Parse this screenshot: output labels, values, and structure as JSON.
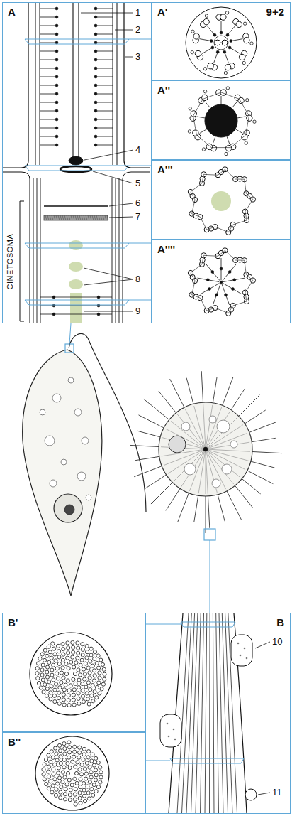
{
  "diagram": {
    "nodes": [
      {
        "text": [
          "A"
        ]
      },
      {
        "text": [
          "A'",
          "9+2"
        ]
      },
      {
        "text": [
          "A''"
        ]
      },
      {
        "text": [
          "A'''"
        ]
      },
      {
        "text": [
          "A''''"
        ]
      },
      {
        "text": [
          "B'"
        ]
      },
      {
        "text": [
          "B''"
        ]
      },
      {
        "text": [
          "B"
        ]
      }
    ],
    "labels": [
      "1",
      "2",
      "3",
      "4",
      "5",
      "6",
      "7",
      "8",
      "9",
      "CINETOSOMA",
      "10",
      "11"
    ]
  }
}
